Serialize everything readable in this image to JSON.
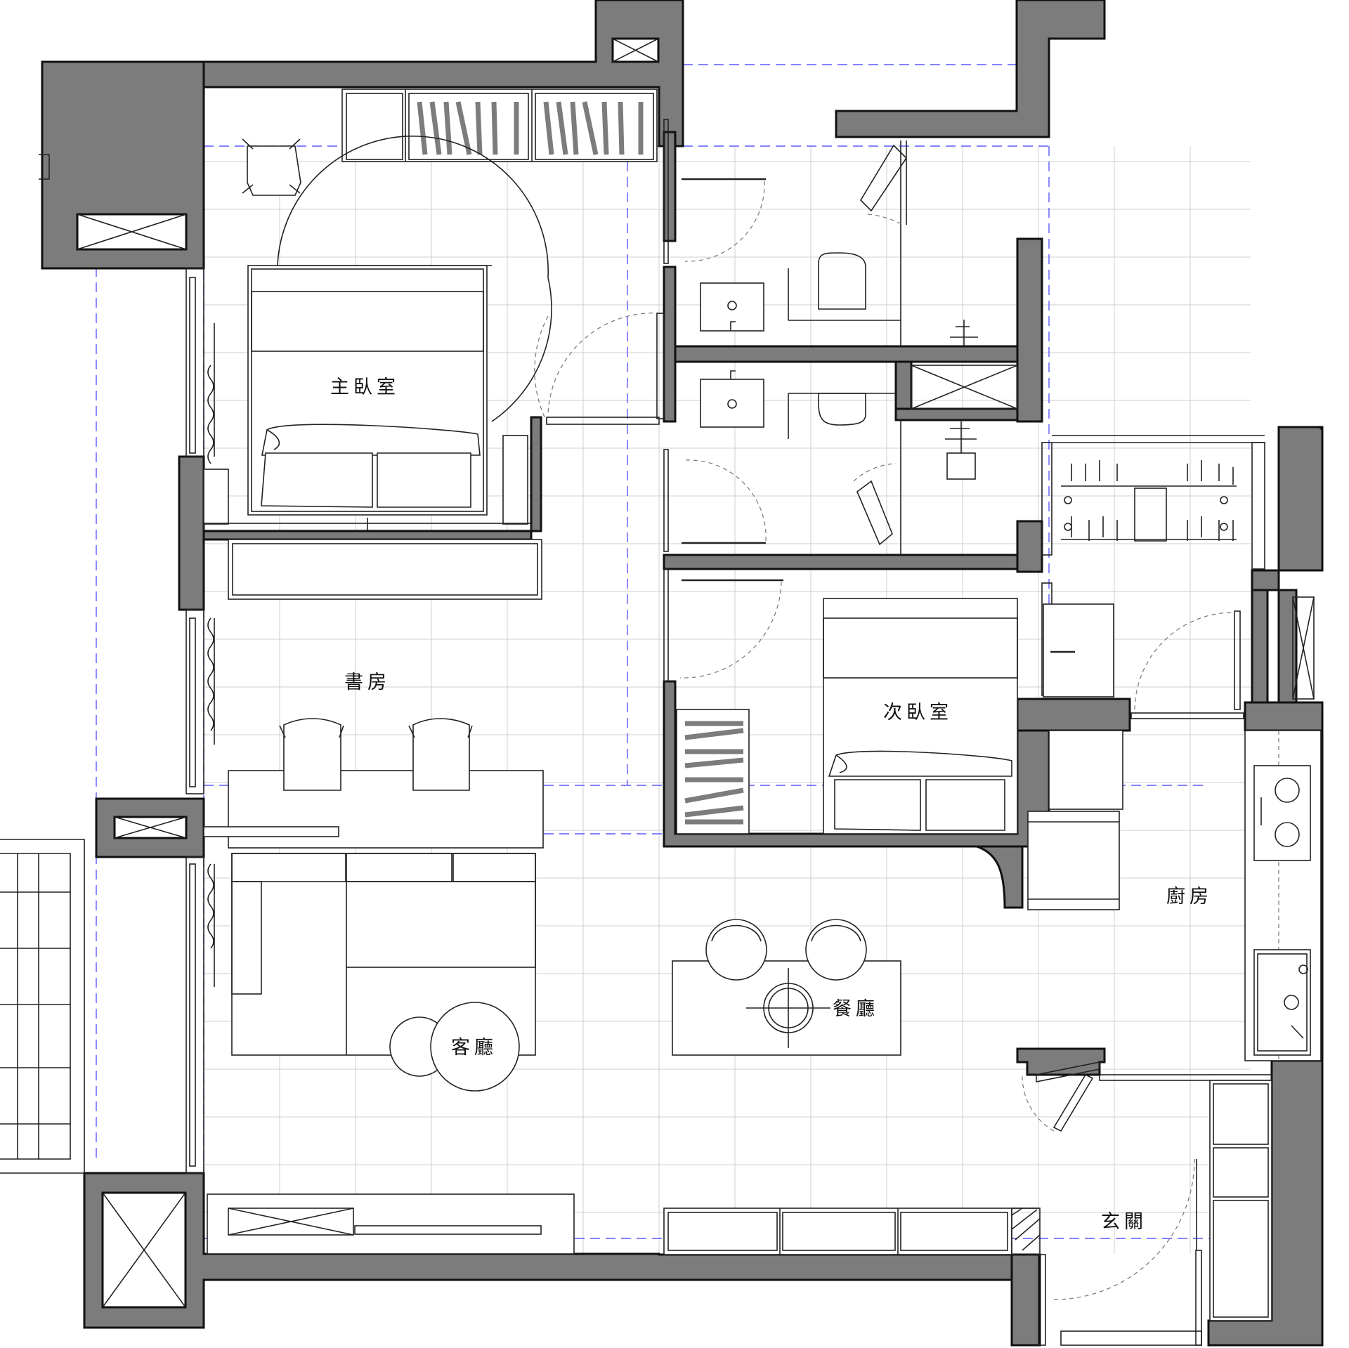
{
  "rooms": {
    "master_bedroom": "主臥室",
    "study": "書房",
    "second_bedroom": "次臥室",
    "kitchen": "廚房",
    "dining_room": "餐廳",
    "living_room": "客廳",
    "entrance": "玄關"
  }
}
